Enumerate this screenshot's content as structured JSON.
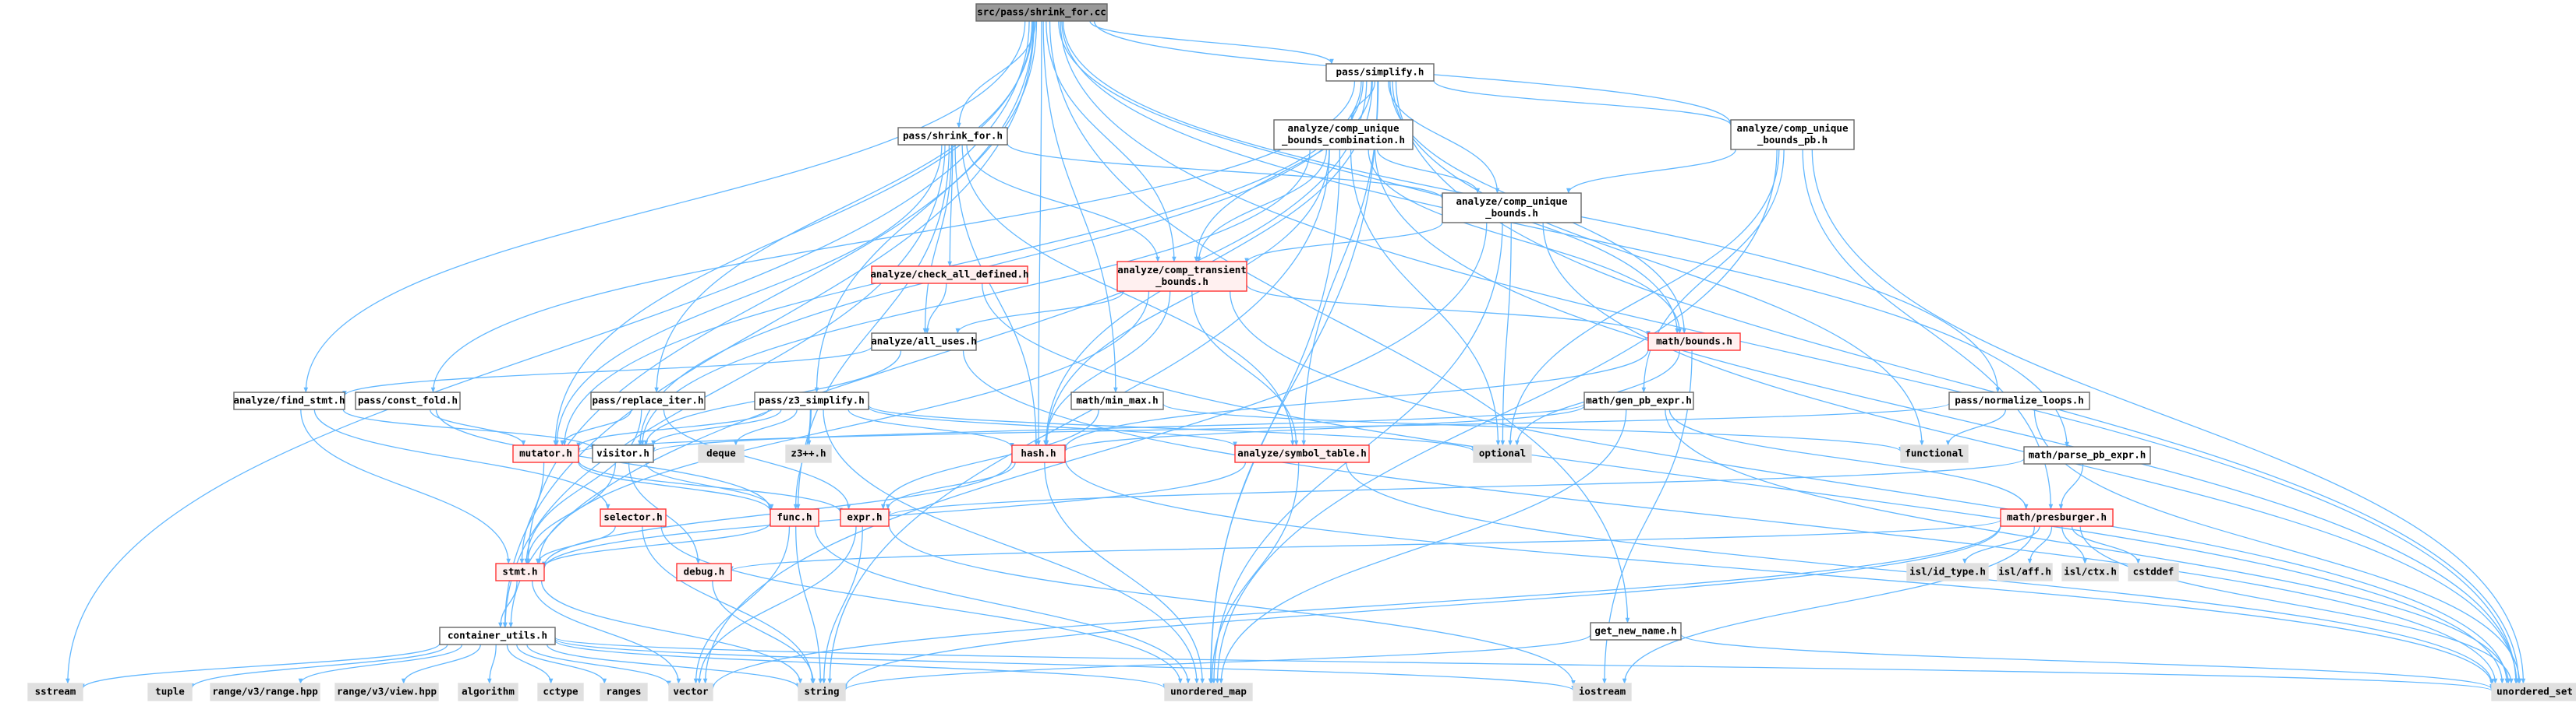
{
  "colors": {
    "root_fill": "#999999",
    "root_border": "#666666",
    "doc_fill": "#ffffff",
    "doc_border": "#666666",
    "bad_fill": "#fff0f0",
    "bad_border": "#ff3333",
    "sys_fill": "#e0e0e0",
    "sys_border": "#e0e0e0",
    "edge": "#63b8ff",
    "text": "#000000"
  },
  "nodes": [
    {
      "id": "root",
      "kind": "root",
      "lines": [
        "src/pass/shrink_for.cc"
      ]
    },
    {
      "id": "simplify",
      "kind": "doc",
      "lines": [
        "pass/simplify.h"
      ]
    },
    {
      "id": "shrink_for_h",
      "kind": "doc",
      "lines": [
        "pass/shrink_for.h"
      ]
    },
    {
      "id": "cub_comb",
      "kind": "doc",
      "lines": [
        "analyze/comp_unique",
        "_bounds_combination.h"
      ]
    },
    {
      "id": "cub_pb",
      "kind": "doc",
      "lines": [
        "analyze/comp_unique",
        "_bounds_pb.h"
      ]
    },
    {
      "id": "cub",
      "kind": "doc",
      "lines": [
        "analyze/comp_unique",
        "_bounds.h"
      ]
    },
    {
      "id": "check_all_defined",
      "kind": "bad",
      "lines": [
        "analyze/check_all_defined.h"
      ]
    },
    {
      "id": "ctb",
      "kind": "bad",
      "lines": [
        "analyze/comp_transient",
        "_bounds.h"
      ]
    },
    {
      "id": "all_uses",
      "kind": "doc",
      "lines": [
        "analyze/all_uses.h"
      ]
    },
    {
      "id": "bounds",
      "kind": "bad",
      "lines": [
        "math/bounds.h"
      ]
    },
    {
      "id": "find_stmt",
      "kind": "doc",
      "lines": [
        "analyze/find_stmt.h"
      ]
    },
    {
      "id": "const_fold",
      "kind": "doc",
      "lines": [
        "pass/const_fold.h"
      ]
    },
    {
      "id": "replace_iter",
      "kind": "doc",
      "lines": [
        "pass/replace_iter.h"
      ]
    },
    {
      "id": "z3_simplify",
      "kind": "doc",
      "lines": [
        "pass/z3_simplify.h"
      ]
    },
    {
      "id": "min_max",
      "kind": "doc",
      "lines": [
        "math/min_max.h"
      ]
    },
    {
      "id": "gen_pb_expr",
      "kind": "doc",
      "lines": [
        "math/gen_pb_expr.h"
      ]
    },
    {
      "id": "normalize_loops",
      "kind": "doc",
      "lines": [
        "pass/normalize_loops.h"
      ]
    },
    {
      "id": "mutator",
      "kind": "bad",
      "lines": [
        "mutator.h"
      ]
    },
    {
      "id": "visitor",
      "kind": "doc",
      "lines": [
        "visitor.h"
      ]
    },
    {
      "id": "deque",
      "kind": "sys",
      "lines": [
        "deque"
      ]
    },
    {
      "id": "z3pp",
      "kind": "sys",
      "lines": [
        "z3++.h"
      ]
    },
    {
      "id": "hash",
      "kind": "bad",
      "lines": [
        "hash.h"
      ]
    },
    {
      "id": "symbol_table",
      "kind": "bad",
      "lines": [
        "analyze/symbol_table.h"
      ]
    },
    {
      "id": "optional",
      "kind": "sys",
      "lines": [
        "optional"
      ]
    },
    {
      "id": "functional",
      "kind": "sys",
      "lines": [
        "functional"
      ]
    },
    {
      "id": "parse_pb_expr",
      "kind": "doc",
      "lines": [
        "math/parse_pb_expr.h"
      ]
    },
    {
      "id": "selector",
      "kind": "bad",
      "lines": [
        "selector.h"
      ]
    },
    {
      "id": "func",
      "kind": "bad",
      "lines": [
        "func.h"
      ]
    },
    {
      "id": "expr",
      "kind": "bad",
      "lines": [
        "expr.h"
      ]
    },
    {
      "id": "presburger",
      "kind": "bad",
      "lines": [
        "math/presburger.h"
      ]
    },
    {
      "id": "stmt",
      "kind": "bad",
      "lines": [
        "stmt.h"
      ]
    },
    {
      "id": "debug",
      "kind": "bad",
      "lines": [
        "debug.h"
      ]
    },
    {
      "id": "isl_id_type",
      "kind": "sys",
      "lines": [
        "isl/id_type.h"
      ]
    },
    {
      "id": "isl_aff",
      "kind": "sys",
      "lines": [
        "isl/aff.h"
      ]
    },
    {
      "id": "isl_ctx",
      "kind": "sys",
      "lines": [
        "isl/ctx.h"
      ]
    },
    {
      "id": "cstddef",
      "kind": "sys",
      "lines": [
        "cstddef"
      ]
    },
    {
      "id": "container_utils",
      "kind": "doc",
      "lines": [
        "container_utils.h"
      ]
    },
    {
      "id": "get_new_name",
      "kind": "doc",
      "lines": [
        "get_new_name.h"
      ]
    },
    {
      "id": "sstream",
      "kind": "sys",
      "lines": [
        "sstream"
      ]
    },
    {
      "id": "tuple",
      "kind": "sys",
      "lines": [
        "tuple"
      ]
    },
    {
      "id": "range_hpp",
      "kind": "sys",
      "lines": [
        "range/v3/range.hpp"
      ]
    },
    {
      "id": "view_hpp",
      "kind": "sys",
      "lines": [
        "range/v3/view.hpp"
      ]
    },
    {
      "id": "algorithm",
      "kind": "sys",
      "lines": [
        "algorithm"
      ]
    },
    {
      "id": "cctype",
      "kind": "sys",
      "lines": [
        "cctype"
      ]
    },
    {
      "id": "ranges",
      "kind": "sys",
      "lines": [
        "ranges"
      ]
    },
    {
      "id": "vector",
      "kind": "sys",
      "lines": [
        "vector"
      ]
    },
    {
      "id": "string",
      "kind": "sys",
      "lines": [
        "string"
      ]
    },
    {
      "id": "unordered_map",
      "kind": "sys",
      "lines": [
        "unordered_map"
      ]
    },
    {
      "id": "iostream",
      "kind": "sys",
      "lines": [
        "iostream"
      ]
    },
    {
      "id": "unordered_set",
      "kind": "sys",
      "lines": [
        "unordered_set"
      ]
    }
  ],
  "edges": [
    [
      "root",
      "simplify"
    ],
    [
      "root",
      "shrink_for_h"
    ],
    [
      "root",
      "cub_pb"
    ],
    [
      "root",
      "ctb"
    ],
    [
      "root",
      "bounds"
    ],
    [
      "root",
      "find_stmt"
    ],
    [
      "root",
      "replace_iter"
    ],
    [
      "root",
      "z3_simplify"
    ],
    [
      "root",
      "min_max"
    ],
    [
      "root",
      "normalize_loops"
    ],
    [
      "root",
      "parse_pb_expr"
    ],
    [
      "root",
      "hash"
    ],
    [
      "root",
      "mutator"
    ],
    [
      "root",
      "container_utils"
    ],
    [
      "root",
      "get_new_name"
    ],
    [
      "root",
      "sstream"
    ],
    [
      "root",
      "unordered_set"
    ],
    [
      "root",
      "stmt"
    ],
    [
      "simplify",
      "cub_comb"
    ],
    [
      "simplify",
      "cub_pb"
    ],
    [
      "simplify",
      "cub"
    ],
    [
      "simplify",
      "ctb"
    ],
    [
      "simplify",
      "bounds"
    ],
    [
      "simplify",
      "const_fold"
    ],
    [
      "simplify",
      "visitor"
    ],
    [
      "simplify",
      "symbol_table"
    ],
    [
      "simplify",
      "hash"
    ],
    [
      "simplify",
      "functional"
    ],
    [
      "simplify",
      "unordered_map"
    ],
    [
      "simplify",
      "unordered_set"
    ],
    [
      "simplify",
      "mutator"
    ],
    [
      "simplify",
      "container_utils"
    ],
    [
      "shrink_for_h",
      "check_all_defined"
    ],
    [
      "shrink_for_h",
      "ctb"
    ],
    [
      "shrink_for_h",
      "all_uses"
    ],
    [
      "shrink_for_h",
      "cub"
    ],
    [
      "shrink_for_h",
      "symbol_table"
    ],
    [
      "shrink_for_h",
      "hash"
    ],
    [
      "shrink_for_h",
      "mutator"
    ],
    [
      "shrink_for_h",
      "func"
    ],
    [
      "shrink_for_h",
      "container_utils"
    ],
    [
      "cub_comb",
      "cub"
    ],
    [
      "cub_comb",
      "ctb"
    ],
    [
      "cub_comb",
      "hash"
    ],
    [
      "cub_comb",
      "optional"
    ],
    [
      "cub_comb",
      "string"
    ],
    [
      "cub_comb",
      "unordered_map"
    ],
    [
      "cub_comb",
      "unordered_set"
    ],
    [
      "cub_comb",
      "bounds"
    ],
    [
      "cub_comb",
      "visitor"
    ],
    [
      "cub_pb",
      "cub"
    ],
    [
      "cub_pb",
      "gen_pb_expr"
    ],
    [
      "cub_pb",
      "presburger"
    ],
    [
      "cub_pb",
      "unordered_map"
    ],
    [
      "cub_pb",
      "unordered_set"
    ],
    [
      "cub_pb",
      "optional"
    ],
    [
      "cub",
      "ctb"
    ],
    [
      "cub",
      "optional"
    ],
    [
      "cub",
      "unordered_map"
    ],
    [
      "cub",
      "unordered_set"
    ],
    [
      "cub",
      "vector"
    ],
    [
      "check_all_defined",
      "all_uses"
    ],
    [
      "check_all_defined",
      "unordered_set"
    ],
    [
      "ctb",
      "all_uses"
    ],
    [
      "ctb",
      "hash"
    ],
    [
      "ctb",
      "symbol_table"
    ],
    [
      "ctb",
      "bounds"
    ],
    [
      "ctb",
      "unordered_set"
    ],
    [
      "ctb",
      "stmt"
    ],
    [
      "all_uses",
      "visitor"
    ],
    [
      "all_uses",
      "unordered_set"
    ],
    [
      "all_uses",
      "find_stmt"
    ],
    [
      "bounds",
      "hash"
    ],
    [
      "bounds",
      "iostream"
    ],
    [
      "bounds",
      "optional"
    ],
    [
      "find_stmt",
      "visitor"
    ],
    [
      "find_stmt",
      "selector"
    ],
    [
      "find_stmt",
      "stmt"
    ],
    [
      "const_fold",
      "mutator"
    ],
    [
      "const_fold",
      "func"
    ],
    [
      "replace_iter",
      "mutator"
    ],
    [
      "replace_iter",
      "stmt"
    ],
    [
      "replace_iter",
      "expr"
    ],
    [
      "z3_simplify",
      "mutator"
    ],
    [
      "z3_simplify",
      "deque"
    ],
    [
      "z3_simplify",
      "z3pp"
    ],
    [
      "z3_simplify",
      "hash"
    ],
    [
      "z3_simplify",
      "symbol_table"
    ],
    [
      "z3_simplify",
      "optional"
    ],
    [
      "z3_simplify",
      "visitor"
    ],
    [
      "z3_simplify",
      "unordered_map"
    ],
    [
      "z3_simplify",
      "func"
    ],
    [
      "min_max",
      "expr"
    ],
    [
      "min_max",
      "functional"
    ],
    [
      "gen_pb_expr",
      "visitor"
    ],
    [
      "gen_pb_expr",
      "hash"
    ],
    [
      "gen_pb_expr",
      "presburger"
    ],
    [
      "gen_pb_expr",
      "unordered_map"
    ],
    [
      "gen_pb_expr",
      "unordered_set"
    ],
    [
      "normalize_loops",
      "mutator"
    ],
    [
      "normalize_loops",
      "functional"
    ],
    [
      "normalize_loops",
      "unordered_set"
    ],
    [
      "mutator",
      "stmt"
    ],
    [
      "mutator",
      "expr"
    ],
    [
      "mutator",
      "func"
    ],
    [
      "visitor",
      "stmt"
    ],
    [
      "visitor",
      "debug"
    ],
    [
      "visitor",
      "func"
    ],
    [
      "hash",
      "stmt"
    ],
    [
      "hash",
      "expr"
    ],
    [
      "hash",
      "unordered_map"
    ],
    [
      "hash",
      "unordered_set"
    ],
    [
      "symbol_table",
      "stmt"
    ],
    [
      "symbol_table",
      "unordered_map"
    ],
    [
      "symbol_table",
      "unordered_set"
    ],
    [
      "parse_pb_expr",
      "presburger"
    ],
    [
      "parse_pb_expr",
      "expr"
    ],
    [
      "selector",
      "stmt"
    ],
    [
      "selector",
      "string"
    ],
    [
      "selector",
      "unordered_map"
    ],
    [
      "func",
      "stmt"
    ],
    [
      "func",
      "string"
    ],
    [
      "func",
      "vector"
    ],
    [
      "func",
      "unordered_map"
    ],
    [
      "expr",
      "string"
    ],
    [
      "expr",
      "vector"
    ],
    [
      "expr",
      "iostream"
    ],
    [
      "presburger",
      "isl_id_type"
    ],
    [
      "presburger",
      "isl_aff"
    ],
    [
      "presburger",
      "isl_ctx"
    ],
    [
      "presburger",
      "cstddef"
    ],
    [
      "presburger",
      "debug"
    ],
    [
      "presburger",
      "iostream"
    ],
    [
      "presburger",
      "string"
    ],
    [
      "presburger",
      "unordered_set"
    ],
    [
      "presburger",
      "vector"
    ],
    [
      "stmt",
      "container_utils"
    ],
    [
      "stmt",
      "string"
    ],
    [
      "stmt",
      "vector"
    ],
    [
      "debug",
      "string"
    ],
    [
      "container_utils",
      "sstream"
    ],
    [
      "container_utils",
      "tuple"
    ],
    [
      "container_utils",
      "range_hpp"
    ],
    [
      "container_utils",
      "view_hpp"
    ],
    [
      "container_utils",
      "algorithm"
    ],
    [
      "container_utils",
      "cctype"
    ],
    [
      "container_utils",
      "ranges"
    ],
    [
      "container_utils",
      "vector"
    ],
    [
      "container_utils",
      "string"
    ],
    [
      "container_utils",
      "unordered_map"
    ],
    [
      "container_utils",
      "iostream"
    ],
    [
      "container_utils",
      "unordered_set"
    ],
    [
      "get_new_name",
      "string"
    ],
    [
      "get_new_name",
      "unordered_set"
    ]
  ]
}
